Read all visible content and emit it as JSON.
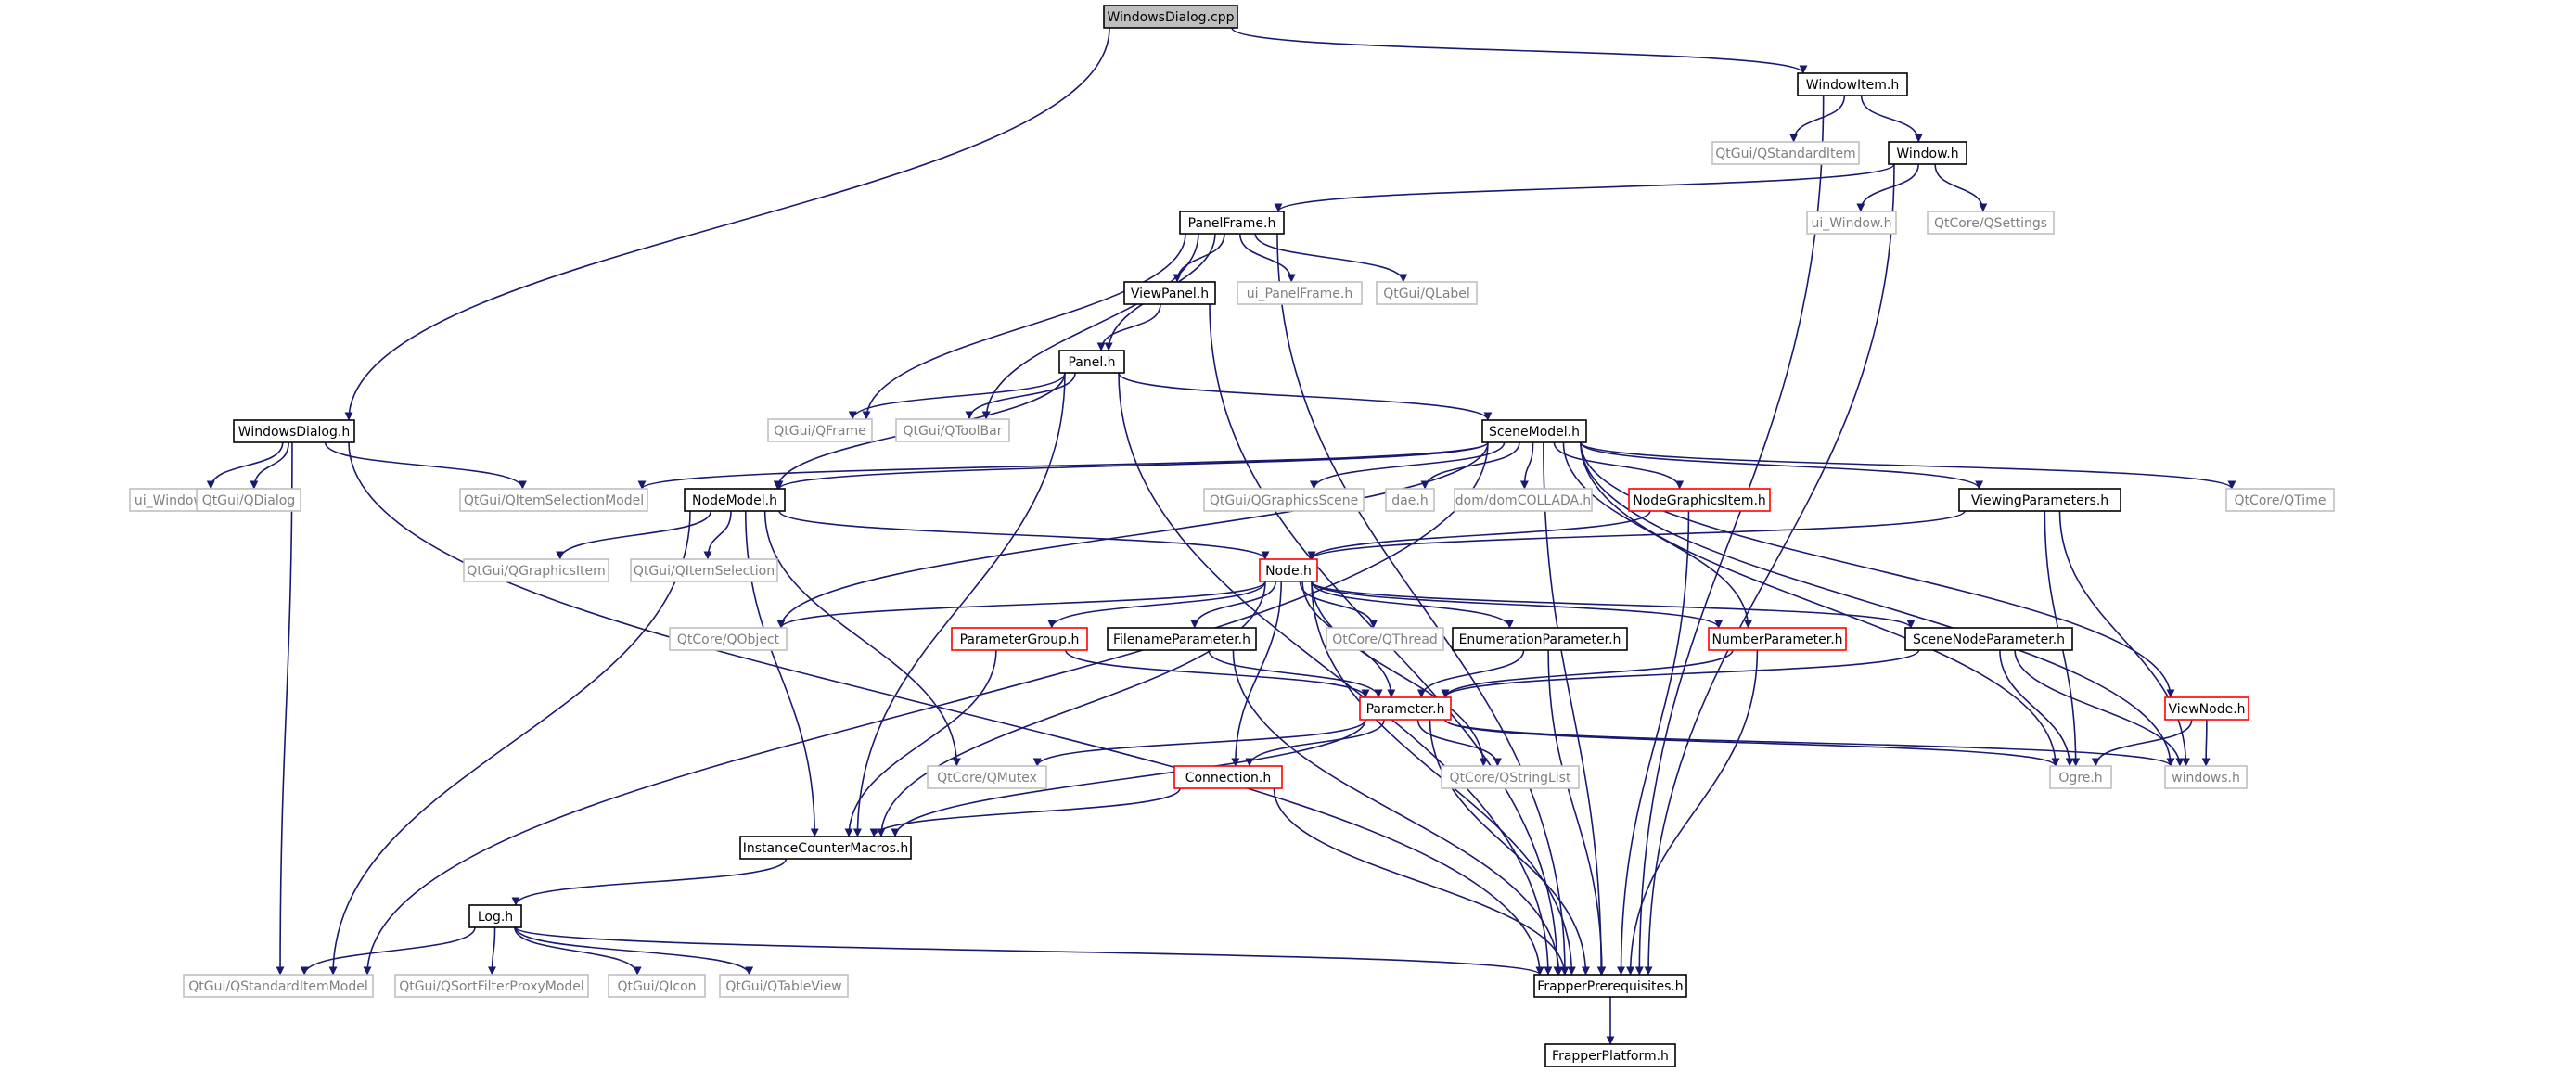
{
  "diagram": {
    "nodes": [
      {
        "id": "windowsdialog_cpp",
        "label": "WindowsDialog.cpp",
        "style": "root"
      },
      {
        "id": "windowitem_h",
        "label": "WindowItem.h",
        "style": "black"
      },
      {
        "id": "qstandarditem",
        "label": "QtGui/QStandardItem",
        "style": "gray"
      },
      {
        "id": "window_h",
        "label": "Window.h",
        "style": "black"
      },
      {
        "id": "ui_window_h",
        "label": "ui_Window.h",
        "style": "gray"
      },
      {
        "id": "qsettings",
        "label": "QtCore/QSettings",
        "style": "gray"
      },
      {
        "id": "panelframe_h",
        "label": "PanelFrame.h",
        "style": "black"
      },
      {
        "id": "viewpanel_h",
        "label": "ViewPanel.h",
        "style": "black"
      },
      {
        "id": "ui_panelframe_h",
        "label": "ui_PanelFrame.h",
        "style": "gray"
      },
      {
        "id": "qlabel",
        "label": "QtGui/QLabel",
        "style": "gray"
      },
      {
        "id": "panel_h",
        "label": "Panel.h",
        "style": "black"
      },
      {
        "id": "qframe",
        "label": "QtGui/QFrame",
        "style": "gray"
      },
      {
        "id": "qtoolbar",
        "label": "QtGui/QToolBar",
        "style": "gray"
      },
      {
        "id": "windowsdialog_h",
        "label": "WindowsDialog.h",
        "style": "black"
      },
      {
        "id": "ui_windowsdialog_h",
        "label": "ui_WindowsDialog.h",
        "style": "gray"
      },
      {
        "id": "qdialog",
        "label": "QtGui/QDialog",
        "style": "gray"
      },
      {
        "id": "qitemselectionmodel",
        "label": "QtGui/QItemSelectionModel",
        "style": "gray"
      },
      {
        "id": "scenemodel_h",
        "label": "SceneModel.h",
        "style": "black"
      },
      {
        "id": "nodemodel_h",
        "label": "NodeModel.h",
        "style": "black"
      },
      {
        "id": "qgraphicsscene",
        "label": "QtGui/QGraphicsScene",
        "style": "gray"
      },
      {
        "id": "dae_h",
        "label": "dae.h",
        "style": "gray"
      },
      {
        "id": "domcollada_h",
        "label": "dom/domCOLLADA.h",
        "style": "gray"
      },
      {
        "id": "nodegraphicsitem_h",
        "label": "NodeGraphicsItem.h",
        "style": "red"
      },
      {
        "id": "viewingparameters_h",
        "label": "ViewingParameters.h",
        "style": "black"
      },
      {
        "id": "qtime",
        "label": "QtCore/QTime",
        "style": "gray"
      },
      {
        "id": "qgraphicsitem",
        "label": "QtGui/QGraphicsItem",
        "style": "gray"
      },
      {
        "id": "qitemselection",
        "label": "QtGui/QItemSelection",
        "style": "gray"
      },
      {
        "id": "node_h",
        "label": "Node.h",
        "style": "red"
      },
      {
        "id": "qobject",
        "label": "QtCore/QObject",
        "style": "gray"
      },
      {
        "id": "parametergroup_h",
        "label": "ParameterGroup.h",
        "style": "red"
      },
      {
        "id": "filenameparameter_h",
        "label": "FilenameParameter.h",
        "style": "black"
      },
      {
        "id": "qthread",
        "label": "QtCore/QThread",
        "style": "gray"
      },
      {
        "id": "enumerationparameter_h",
        "label": "EnumerationParameter.h",
        "style": "black"
      },
      {
        "id": "numberparameter_h",
        "label": "NumberParameter.h",
        "style": "red"
      },
      {
        "id": "scenenodeparameter_h",
        "label": "SceneNodeParameter.h",
        "style": "black"
      },
      {
        "id": "viewnode_h",
        "label": "ViewNode.h",
        "style": "red"
      },
      {
        "id": "parameter_h",
        "label": "Parameter.h",
        "style": "red"
      },
      {
        "id": "qmutex",
        "label": "QtCore/QMutex",
        "style": "gray"
      },
      {
        "id": "connection_h",
        "label": "Connection.h",
        "style": "red"
      },
      {
        "id": "qstringlist",
        "label": "QtCore/QStringList",
        "style": "gray"
      },
      {
        "id": "ogre_h",
        "label": "Ogre.h",
        "style": "gray"
      },
      {
        "id": "windows_h",
        "label": "windows.h",
        "style": "gray"
      },
      {
        "id": "instancecountermacros_h",
        "label": "InstanceCounterMacros.h",
        "style": "black"
      },
      {
        "id": "log_h",
        "label": "Log.h",
        "style": "black"
      },
      {
        "id": "qstandarditemmodel",
        "label": "QtGui/QStandardItemModel",
        "style": "gray"
      },
      {
        "id": "qsortfilterproxymodel",
        "label": "QtGui/QSortFilterProxyModel",
        "style": "gray"
      },
      {
        "id": "qicon",
        "label": "QtGui/QIcon",
        "style": "gray"
      },
      {
        "id": "qtableview",
        "label": "QtGui/QTableView",
        "style": "gray"
      },
      {
        "id": "frapperprerequisites_h",
        "label": "FrapperPrerequisites.h",
        "style": "black"
      },
      {
        "id": "frapperplatform_h",
        "label": "FrapperPlatform.h",
        "style": "black"
      }
    ],
    "edges": [
      [
        "windowsdialog_cpp",
        "windowitem_h"
      ],
      [
        "windowsdialog_cpp",
        "windowsdialog_h"
      ],
      [
        "windowitem_h",
        "qstandarditem"
      ],
      [
        "windowitem_h",
        "window_h"
      ],
      [
        "windowitem_h",
        "frapperprerequisites_h"
      ],
      [
        "window_h",
        "ui_window_h"
      ],
      [
        "window_h",
        "qsettings"
      ],
      [
        "window_h",
        "panelframe_h"
      ],
      [
        "window_h",
        "frapperprerequisites_h"
      ],
      [
        "panelframe_h",
        "viewpanel_h"
      ],
      [
        "panelframe_h",
        "ui_panelframe_h"
      ],
      [
        "panelframe_h",
        "qlabel"
      ],
      [
        "panelframe_h",
        "panel_h"
      ],
      [
        "panelframe_h",
        "qframe"
      ],
      [
        "panelframe_h",
        "qtoolbar"
      ],
      [
        "panelframe_h",
        "frapperprerequisites_h"
      ],
      [
        "viewpanel_h",
        "panel_h"
      ],
      [
        "viewpanel_h",
        "frapperprerequisites_h"
      ],
      [
        "panel_h",
        "qframe"
      ],
      [
        "panel_h",
        "qtoolbar"
      ],
      [
        "panel_h",
        "scenemodel_h"
      ],
      [
        "panel_h",
        "nodemodel_h"
      ],
      [
        "panel_h",
        "instancecountermacros_h"
      ],
      [
        "panel_h",
        "frapperprerequisites_h"
      ],
      [
        "windowsdialog_h",
        "ui_windowsdialog_h"
      ],
      [
        "windowsdialog_h",
        "qdialog"
      ],
      [
        "windowsdialog_h",
        "qitemselectionmodel"
      ],
      [
        "windowsdialog_h",
        "qstandarditemmodel"
      ],
      [
        "windowsdialog_h",
        "frapperprerequisites_h"
      ],
      [
        "scenemodel_h",
        "qitemselectionmodel"
      ],
      [
        "scenemodel_h",
        "nodemodel_h"
      ],
      [
        "scenemodel_h",
        "qgraphicsscene"
      ],
      [
        "scenemodel_h",
        "dae_h"
      ],
      [
        "scenemodel_h",
        "domcollada_h"
      ],
      [
        "scenemodel_h",
        "nodegraphicsitem_h"
      ],
      [
        "scenemodel_h",
        "viewingparameters_h"
      ],
      [
        "scenemodel_h",
        "qtime"
      ],
      [
        "scenemodel_h",
        "numberparameter_h"
      ],
      [
        "scenemodel_h",
        "viewnode_h"
      ],
      [
        "scenemodel_h",
        "qobject"
      ],
      [
        "scenemodel_h",
        "qstandarditemmodel"
      ],
      [
        "scenemodel_h",
        "ogre_h"
      ],
      [
        "scenemodel_h",
        "windows_h"
      ],
      [
        "scenemodel_h",
        "frapperprerequisites_h"
      ],
      [
        "nodemodel_h",
        "qgraphicsitem"
      ],
      [
        "nodemodel_h",
        "qitemselection"
      ],
      [
        "nodemodel_h",
        "node_h"
      ],
      [
        "nodemodel_h",
        "qstandarditemmodel"
      ],
      [
        "nodemodel_h",
        "qmutex"
      ],
      [
        "nodemodel_h",
        "instancecountermacros_h"
      ],
      [
        "nodegraphicsitem_h",
        "node_h"
      ],
      [
        "nodegraphicsitem_h",
        "frapperprerequisites_h"
      ],
      [
        "viewingparameters_h",
        "node_h"
      ],
      [
        "viewingparameters_h",
        "ogre_h"
      ],
      [
        "viewingparameters_h",
        "windows_h"
      ],
      [
        "node_h",
        "qobject"
      ],
      [
        "node_h",
        "parametergroup_h"
      ],
      [
        "node_h",
        "filenameparameter_h"
      ],
      [
        "node_h",
        "qthread"
      ],
      [
        "node_h",
        "enumerationparameter_h"
      ],
      [
        "node_h",
        "numberparameter_h"
      ],
      [
        "node_h",
        "scenenodeparameter_h"
      ],
      [
        "node_h",
        "parameter_h"
      ],
      [
        "node_h",
        "connection_h"
      ],
      [
        "node_h",
        "qstringlist"
      ],
      [
        "node_h",
        "instancecountermacros_h"
      ],
      [
        "node_h",
        "frapperprerequisites_h"
      ],
      [
        "parametergroup_h",
        "parameter_h"
      ],
      [
        "parametergroup_h",
        "instancecountermacros_h"
      ],
      [
        "filenameparameter_h",
        "parameter_h"
      ],
      [
        "filenameparameter_h",
        "frapperprerequisites_h"
      ],
      [
        "enumerationparameter_h",
        "parameter_h"
      ],
      [
        "enumerationparameter_h",
        "frapperprerequisites_h"
      ],
      [
        "numberparameter_h",
        "parameter_h"
      ],
      [
        "numberparameter_h",
        "frapperprerequisites_h"
      ],
      [
        "scenenodeparameter_h",
        "parameter_h"
      ],
      [
        "scenenodeparameter_h",
        "ogre_h"
      ],
      [
        "scenenodeparameter_h",
        "windows_h"
      ],
      [
        "viewnode_h",
        "ogre_h"
      ],
      [
        "viewnode_h",
        "windows_h"
      ],
      [
        "parameter_h",
        "qmutex"
      ],
      [
        "parameter_h",
        "connection_h"
      ],
      [
        "parameter_h",
        "qstringlist"
      ],
      [
        "parameter_h",
        "ogre_h"
      ],
      [
        "parameter_h",
        "windows_h"
      ],
      [
        "parameter_h",
        "instancecountermacros_h"
      ],
      [
        "parameter_h",
        "frapperprerequisites_h"
      ],
      [
        "connection_h",
        "instancecountermacros_h"
      ],
      [
        "connection_h",
        "frapperprerequisites_h"
      ],
      [
        "instancecountermacros_h",
        "log_h"
      ],
      [
        "log_h",
        "qstandarditemmodel"
      ],
      [
        "log_h",
        "qsortfilterproxymodel"
      ],
      [
        "log_h",
        "qicon"
      ],
      [
        "log_h",
        "qtableview"
      ],
      [
        "log_h",
        "frapperprerequisites_h"
      ],
      [
        "frapperprerequisites_h",
        "frapperplatform_h"
      ]
    ]
  },
  "colors": {
    "edge": "#191970",
    "border_black": "#000000",
    "border_gray": "#bfbfbf",
    "border_red": "#ff0000",
    "root_fill": "#bfbfbf",
    "text_black": "#000000",
    "text_gray": "#808080"
  }
}
